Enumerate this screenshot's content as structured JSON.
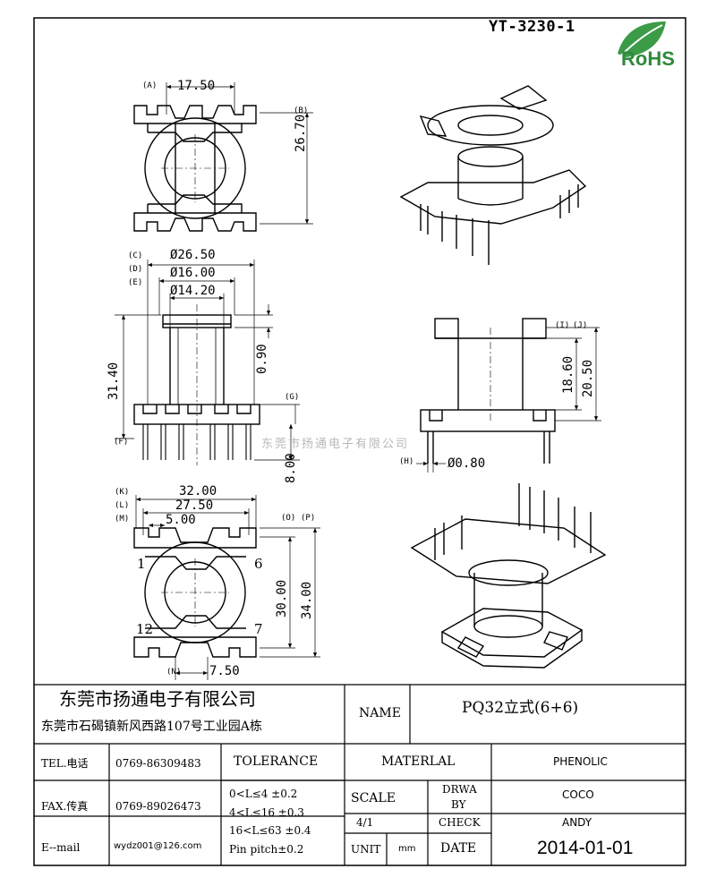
{
  "header": {
    "drawing_number": "YT-3230-1",
    "logo_text": "RoHS"
  },
  "dimensions": {
    "a": "17.50",
    "b": "26.70",
    "c": "Ø26.50",
    "d": "Ø16.00",
    "e": "Ø14.20",
    "h_total": "31.40",
    "flange": "0.90",
    "pin_len": "8.00",
    "i_height": "18.60",
    "j_height": "20.50",
    "pin_dia": "Ø0.80",
    "k": "32.00",
    "l": "27.50",
    "m": "5.00",
    "o": "30.00",
    "p": "34.00",
    "n": "7.50"
  },
  "dimension_tags": {
    "a": "(A)",
    "b": "(B)",
    "c": "(C)",
    "d": "(D)",
    "e": "(E)",
    "f": "(F)",
    "g": "(G)",
    "h": "(H)",
    "i": "(I)",
    "j": "(J)",
    "k": "(K)",
    "l": "(L)",
    "m": "(M)",
    "n": "(N)",
    "o": "(O)",
    "p": "(P)"
  },
  "pin_numbers": {
    "p1": "1",
    "p6": "6",
    "p12": "12",
    "p7": "7"
  },
  "watermark": "东莞市扬通电子有限公司",
  "title_block": {
    "company_name": "东莞市扬通电子有限公司",
    "company_address": "东莞市石碣镇新风西路107号工业园A栋",
    "name_label": "NAME",
    "name_value": "PQ32立式(6+6)",
    "tel_label": "TEL.电话",
    "tel_value": "0769-86309483",
    "fax_label": "FAX.传真",
    "fax_value": "0769-89026473",
    "email_label": "E--mail",
    "email_value": "wydz001@126.com",
    "tolerance_label": "TOLERANCE",
    "tol_1": "0<L≤4   ±0.2",
    "tol_2": "4<L≤16  ±0.3",
    "tol_3": "16<L≤63 ±0.4",
    "tol_4": "Pin pitch±0.2",
    "material_label": "MATERLAL",
    "material_value": "PHENOLIC",
    "scale_label": "SCALE",
    "scale_value": "4/1",
    "drawn_label_1": "DRWA",
    "drawn_label_2": "BY",
    "drawn_value": "COCO",
    "check_label": "CHECK",
    "check_value": "ANDY",
    "unit_label": "UNIT",
    "unit_value": "mm",
    "date_label": "DATE",
    "date_value": "2014-01-01"
  }
}
